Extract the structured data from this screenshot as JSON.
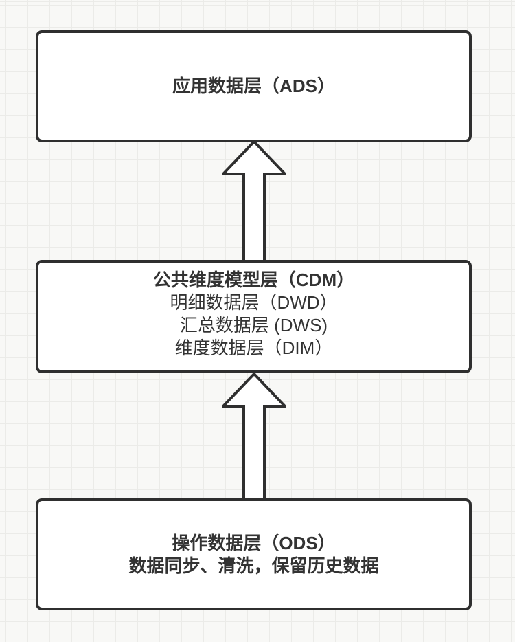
{
  "diagram": {
    "type": "layered-architecture-flow",
    "layers": [
      {
        "id": "ads",
        "title": "应用数据层（ADS）",
        "lines": []
      },
      {
        "id": "cdm",
        "title": "公共维度模型层（CDM）",
        "lines": [
          "明细数据层（DWD）",
          "汇总数据层 (DWS)",
          "维度数据层（DIM）"
        ]
      },
      {
        "id": "ods",
        "title": "操作数据层（ODS）",
        "lines": [
          "数据同步、清洗，保留历史数据"
        ]
      }
    ],
    "arrows": [
      {
        "name": "cdm-to-ads",
        "direction": "up",
        "style": "hollow-block"
      },
      {
        "name": "ods-to-cdm",
        "direction": "up",
        "style": "hollow-block"
      }
    ],
    "colors": {
      "background": "#f8f8f6",
      "grid_line": "#ebebe8",
      "box_fill": "#ffffff",
      "stroke": "#2f2f2f",
      "text": "#333333"
    }
  }
}
